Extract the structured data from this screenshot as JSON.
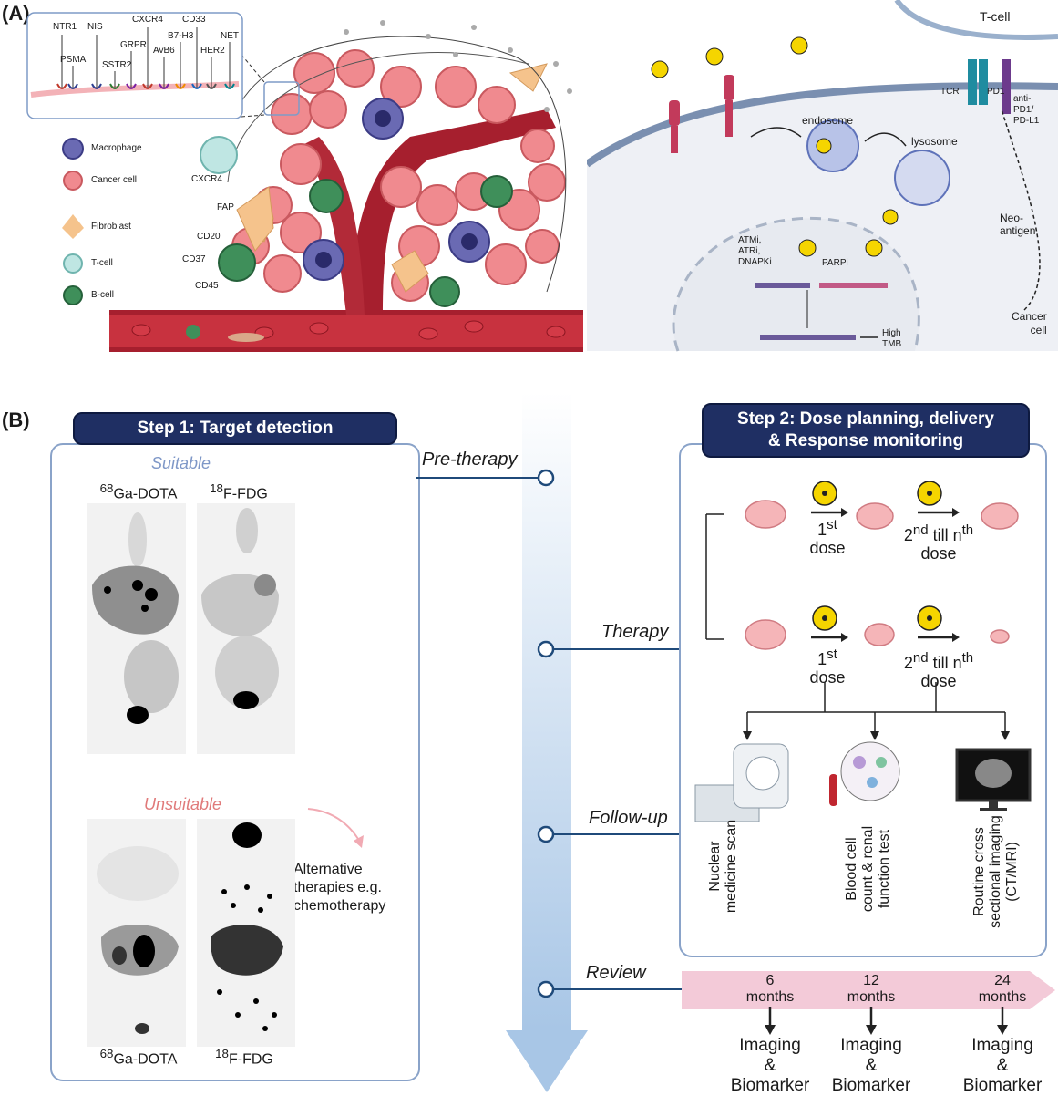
{
  "panel_a": {
    "label": "(A)",
    "receptors": [
      "NTR1",
      "PSMA",
      "NIS",
      "SSTR2",
      "GRPR",
      "CXCR4",
      "AvB6",
      "B7-H3",
      "CD33",
      "HER2",
      "NET"
    ],
    "legend": {
      "macrophage": "Macrophage",
      "cancer_cell": "Cancer cell",
      "fibroblast": "Fibroblast",
      "t_cell": "T-cell",
      "b_cell": "B-cell"
    },
    "markers": {
      "cxcr4": "CXCR4",
      "fap": "FAP",
      "cd20": "CD20",
      "cd37": "CD37",
      "cd45": "CD45"
    },
    "mechanism": {
      "t_cell": "T-cell",
      "tcr": "TCR",
      "pd1": "PD1",
      "anti_pd1": "anti-\nPD1/\nPD-L1",
      "endosome": "endosome",
      "lysosome": "lysosome",
      "neo_antigen": "Neo-\nantigen",
      "inhibitors": "ATMi,\nATRi,\nDNAPKi",
      "parpi": "PARPi",
      "high_tmb": "High\nTMB",
      "cancer_cell": "Cancer\ncell"
    }
  },
  "panel_b": {
    "label": "(B)",
    "step1": {
      "title": "Step 1: Target detection",
      "suitable": "Suitable",
      "unsuitable": "Unsuitable",
      "ga_dota": "Ga-DOTA",
      "ga_sup": "68",
      "fdg": "F-FDG",
      "fdg_sup": "18",
      "alternative": "Alternative\ntherapies e.g.\nchemotherapy"
    },
    "phases": {
      "pre_therapy": "Pre-therapy",
      "therapy": "Therapy",
      "follow_up": "Follow-up",
      "review": "Review"
    },
    "step2": {
      "title": "Step 2: Dose planning, delivery\n& Response monitoring",
      "first": "1",
      "first_sup": "st",
      "second": "2",
      "second_sup": "nd",
      "till": " till n",
      "till_sup": "th",
      "dose": "dose",
      "followups": [
        "Nuclear\nmedicine scan",
        "Blood cell\ncount & renal\nfunction test",
        "Routine cross\nsectional imaging\n(CT/MRI)"
      ]
    },
    "review": {
      "months": [
        "6",
        "12",
        "24"
      ],
      "unit": "months",
      "outcome": "Imaging\n&\nBiomarker"
    }
  },
  "colors": {
    "navy": "#1f2f63",
    "box_border": "#8aa3c9",
    "timeline": "#b5cfea",
    "review_band": "#f3cad8",
    "suitable": "#7e97c7",
    "unsuitable": "#e07a7a",
    "vessel": "#a61f2e",
    "cancer": "#f08a8f"
  }
}
